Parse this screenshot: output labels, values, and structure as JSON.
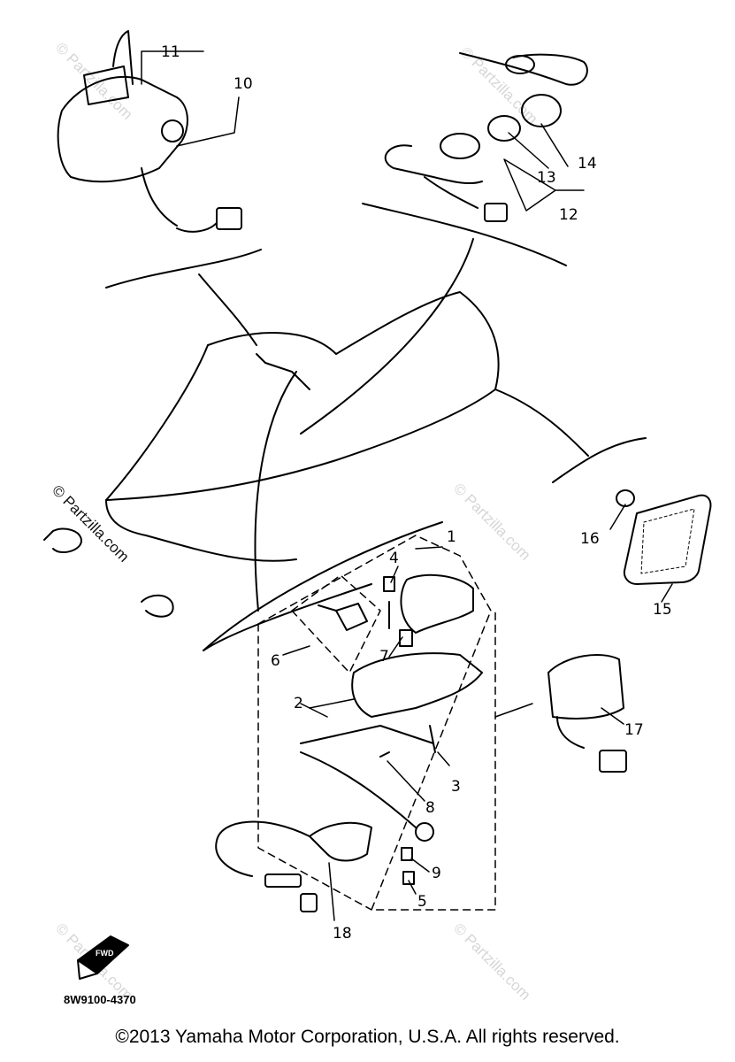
{
  "diagram": {
    "part_numbers": [
      "1",
      "2",
      "3",
      "4",
      "5",
      "6",
      "7",
      "8",
      "9",
      "10",
      "11",
      "12",
      "13",
      "14",
      "15",
      "16",
      "17",
      "18"
    ],
    "diagram_code": "8W9100-4370",
    "fwd_label": "FWD",
    "watermark": "© Partzilla.com",
    "copyright": "©2013 Yamaha Motor Corporation, U.S.A. All rights reserved."
  }
}
